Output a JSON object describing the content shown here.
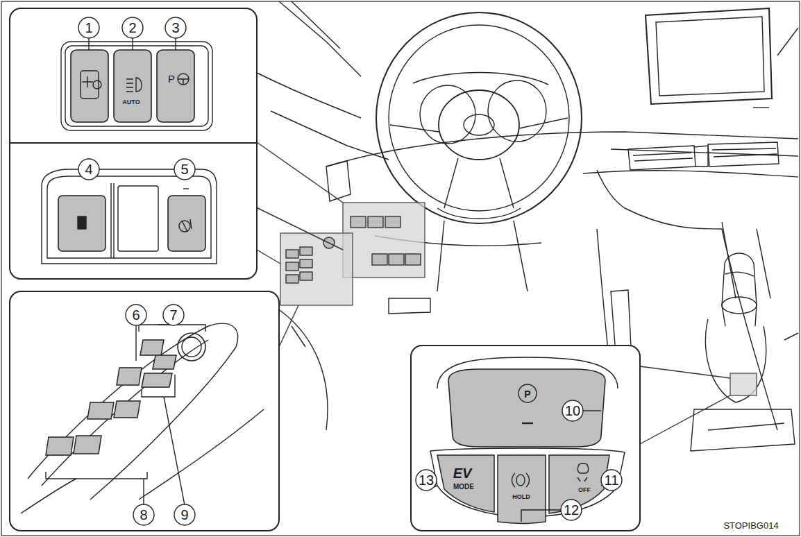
{
  "diagram": {
    "labels": [
      "1",
      "2",
      "3",
      "AUTO",
      "P",
      "4",
      "5",
      "6",
      "7",
      "8",
      "9",
      "10",
      "P",
      "13",
      "EV",
      "MODE",
      "HOLD",
      "OFF",
      "11",
      "12",
      "STOPIBG014"
    ]
  }
}
